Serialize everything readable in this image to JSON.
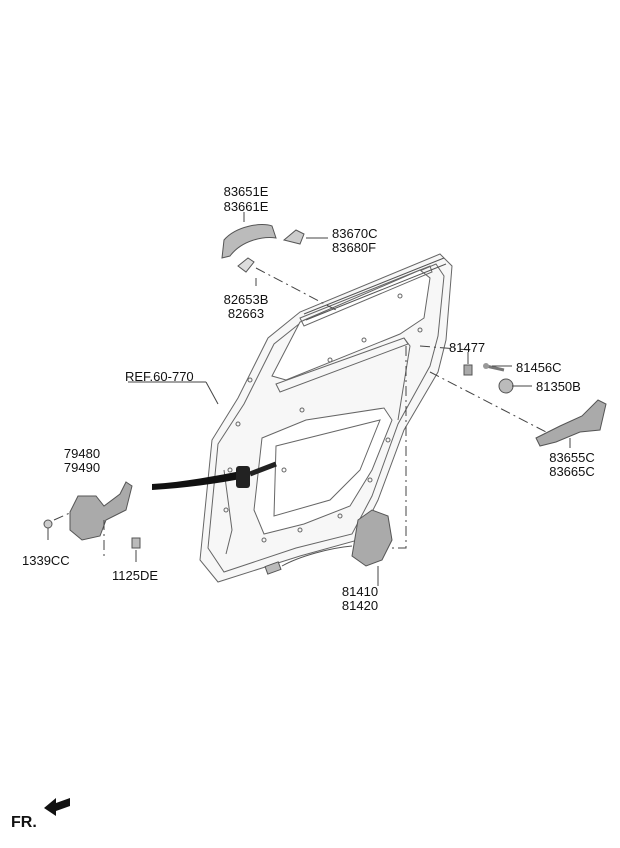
{
  "labels": {
    "handle": [
      "83651E",
      "83661E"
    ],
    "cap": [
      "83670C",
      "83680F"
    ],
    "pad": [
      "82653B",
      "82663"
    ],
    "ref": "REF.60-770",
    "grommet": "81477",
    "screw_small": "81456C",
    "cylinder": "81350B",
    "outer_handle_base": [
      "83655C",
      "83665C"
    ],
    "checker": [
      "79480",
      "79490"
    ],
    "nut": "1339CC",
    "bolt": "1125DE",
    "latch": [
      "81410",
      "81420"
    ],
    "front_marker": "FR."
  }
}
